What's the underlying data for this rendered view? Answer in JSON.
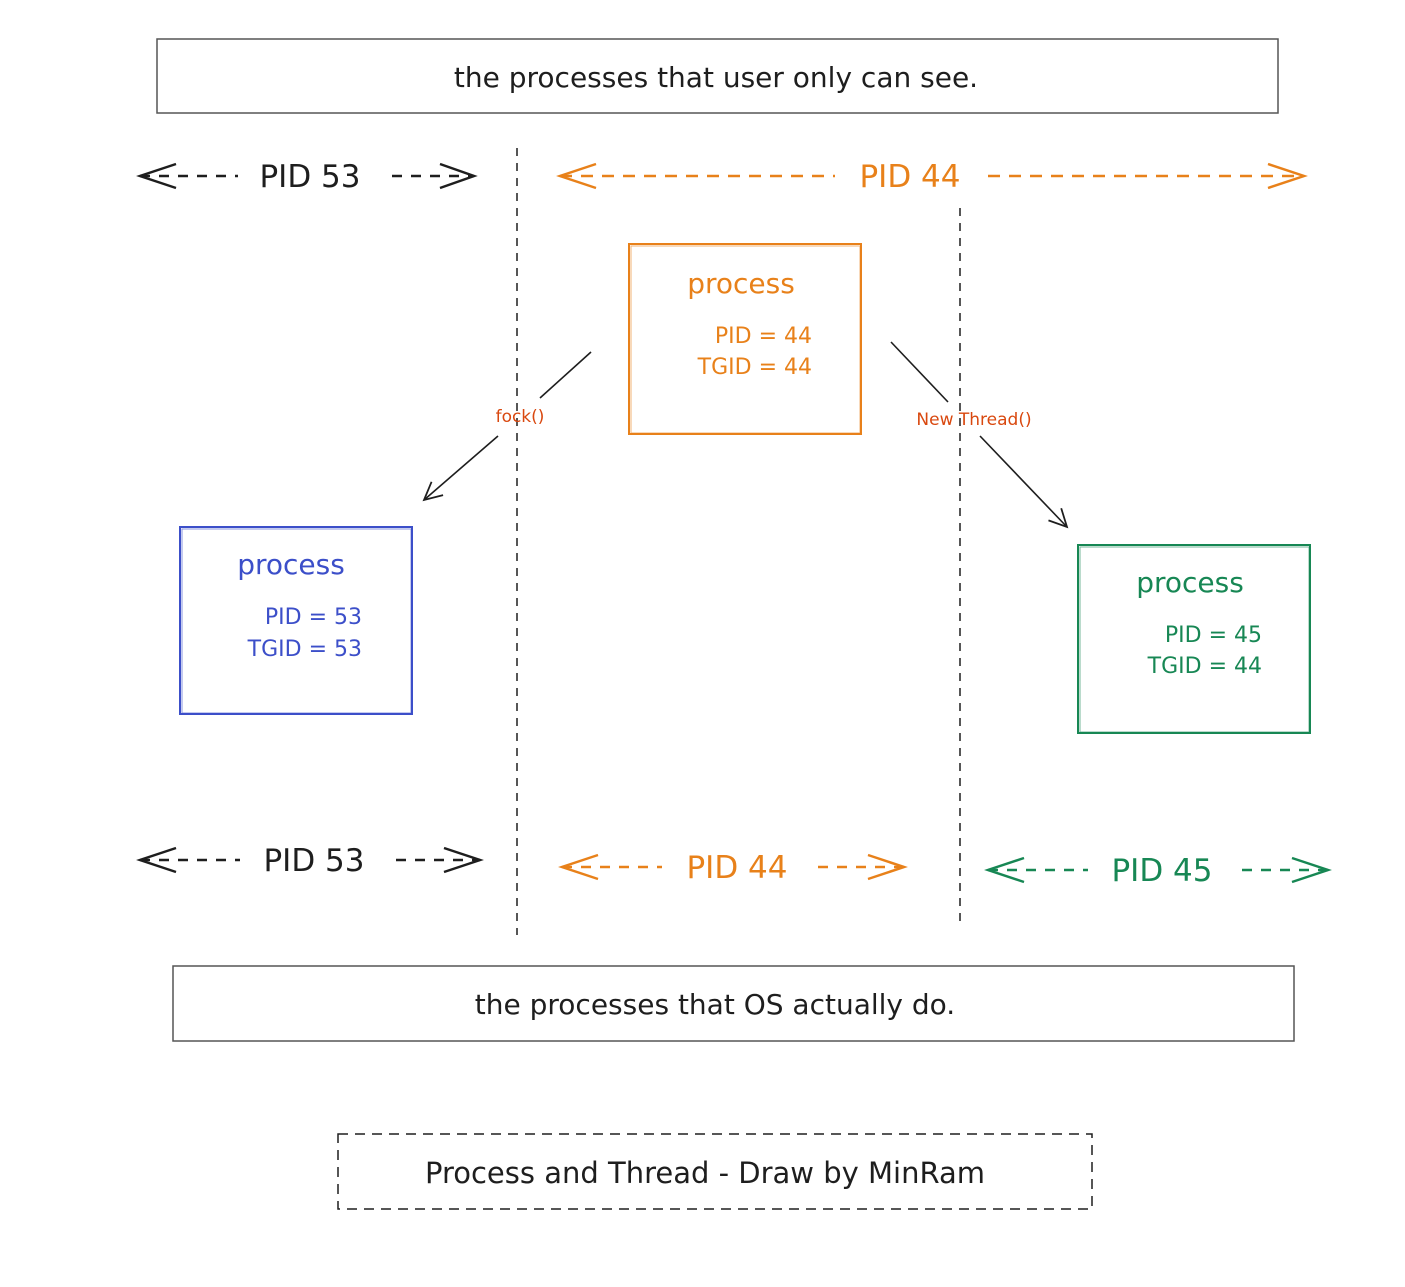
{
  "colors": {
    "black": "#1e1e1e",
    "orange": "#e8811a",
    "blue": "#3c4fc9",
    "green": "#178754",
    "red_label": "#d9480f"
  },
  "header": {
    "user_view": "the processes that user only can see.",
    "os_view": "the processes that OS actually do."
  },
  "top_ranges": {
    "pid53": "PID 53",
    "pid44": "PID 44"
  },
  "bottom_ranges": {
    "pid53": "PID 53",
    "pid44": "PID 44",
    "pid45": "PID 45"
  },
  "processes": {
    "parent": {
      "title": "process",
      "pid": "PID = 44",
      "tgid": "TGID = 44"
    },
    "forked": {
      "title": "process",
      "pid": "PID = 53",
      "tgid": "TGID = 53"
    },
    "thread": {
      "title": "process",
      "pid": "PID = 45",
      "tgid": "TGID = 44"
    }
  },
  "edges": {
    "fork_label": "fock()",
    "thread_label": "New Thread()"
  },
  "footer": {
    "caption": "Process and Thread - Draw by MinRam"
  }
}
